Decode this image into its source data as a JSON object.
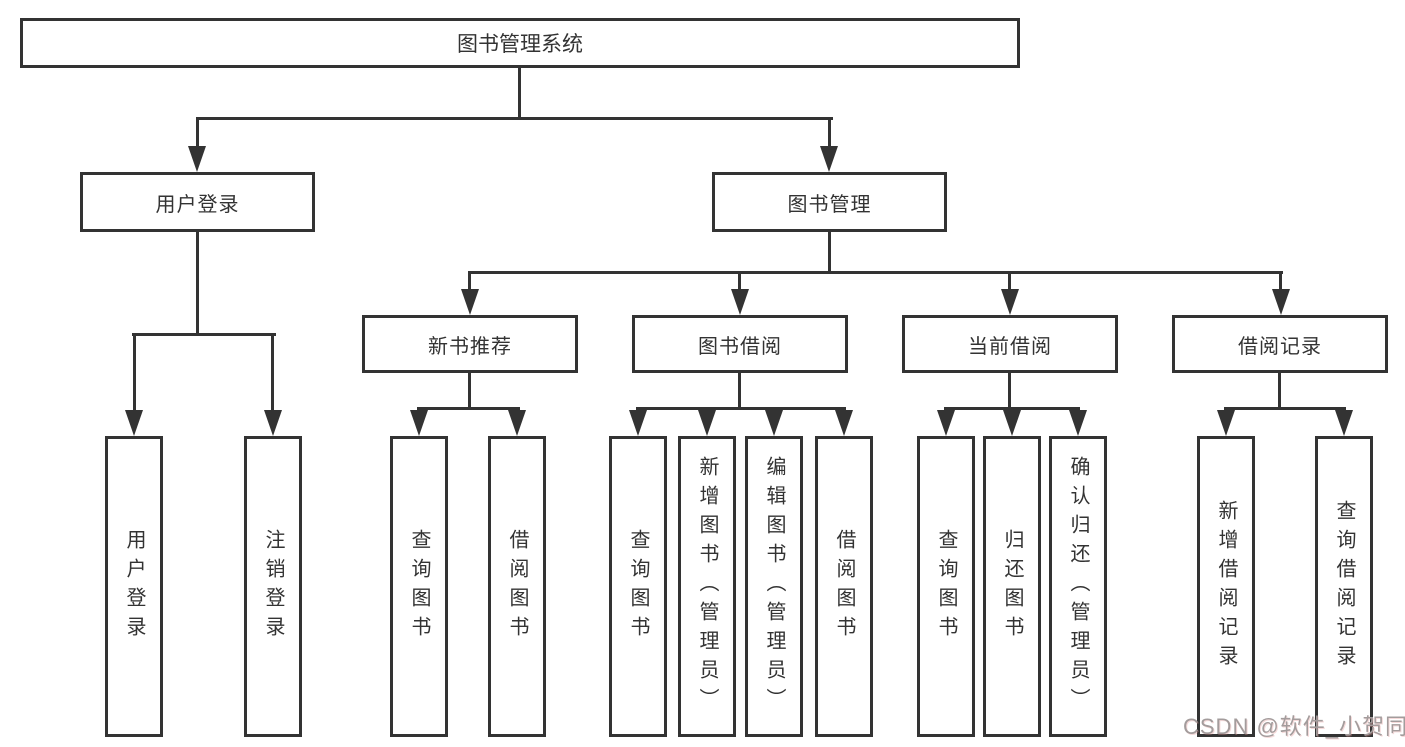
{
  "diagram": {
    "title_node": {
      "label": "图书管理系统"
    },
    "level2": [
      {
        "label": "用户登录"
      },
      {
        "label": "图书管理"
      }
    ],
    "level3": [
      {
        "label": "新书推荐"
      },
      {
        "label": "图书借阅"
      },
      {
        "label": "当前借阅"
      },
      {
        "label": "借阅记录"
      }
    ],
    "leaves": {
      "user_login": [
        {
          "label": "用户登录"
        },
        {
          "label": "注销登录"
        }
      ],
      "new_book": [
        {
          "label": "查询图书"
        },
        {
          "label": "借阅图书"
        }
      ],
      "book_borrow": [
        {
          "label": "查询图书"
        },
        {
          "label": "新增图书（管理员）"
        },
        {
          "label": "编辑图书（管理员）"
        },
        {
          "label": "借阅图书"
        }
      ],
      "current_borrow": [
        {
          "label": "查询图书"
        },
        {
          "label": "归还图书"
        },
        {
          "label": "确认归还（管理员）"
        }
      ],
      "borrow_records": [
        {
          "label": "新增借阅记录"
        },
        {
          "label": "查询借阅记录"
        }
      ]
    }
  },
  "watermark": {
    "text": "CSDN @软件_小贺同学"
  },
  "colors": {
    "line": "#333333",
    "text": "#333333",
    "background": "#ffffff",
    "watermark": "#a39c9c"
  }
}
